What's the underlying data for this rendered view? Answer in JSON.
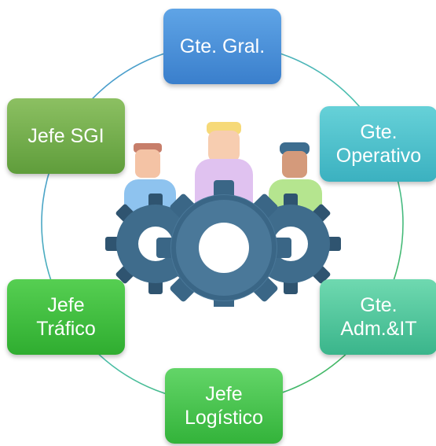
{
  "colors": {
    "ring_line": "#5aa6a0",
    "gear": "#3f6c8c",
    "gear_dark": "#2f5470",
    "blue_box_top": "#5fa4e6",
    "blue_box_bottom": "#3a7fcc",
    "teal_box_top": "#66d1d8",
    "teal_box_bottom": "#3bb1c0",
    "mint_box_top": "#6fd9b0",
    "mint_box_bottom": "#3ab58b",
    "green_box_top": "#63d568",
    "green_box_bottom": "#33b33a",
    "olive_box_top": "#8cc062",
    "olive_box_bottom": "#5f9d3b"
  },
  "center_icon": "team-gears-icon",
  "nodes": [
    {
      "id": "gte-gral",
      "lines": [
        "Gte. Gral."
      ]
    },
    {
      "id": "gte-oper",
      "lines": [
        "Gte.",
        "Operativo"
      ]
    },
    {
      "id": "gte-adm",
      "lines": [
        "Gte.",
        "Adm.&IT"
      ]
    },
    {
      "id": "jefe-log",
      "lines": [
        "Jefe",
        "Logístico"
      ]
    },
    {
      "id": "jefe-traf",
      "lines": [
        "Jefe",
        "Tráfico"
      ]
    },
    {
      "id": "jefe-sgi",
      "lines": [
        "Jefe SGI"
      ]
    }
  ]
}
